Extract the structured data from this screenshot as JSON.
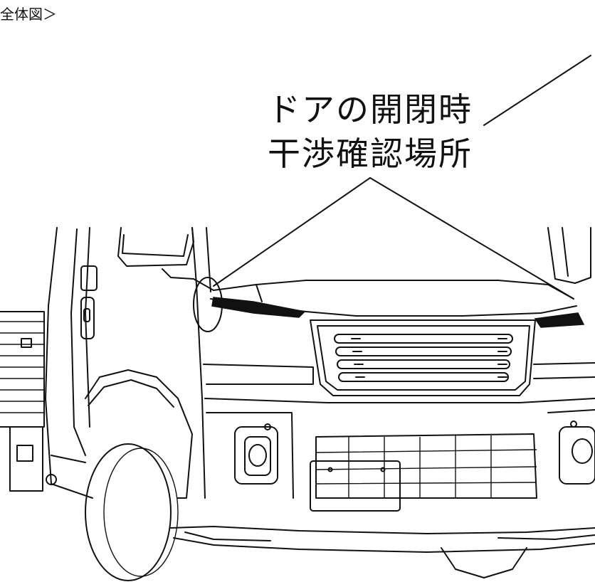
{
  "header": {
    "section_label": "全体図＞"
  },
  "callout": {
    "line1": "ドアの開閉時",
    "line2": "干渉確認場所"
  },
  "figure": {
    "subject": "truck-front-line-drawing",
    "highlight_marker": "ellipse-at-door-hinge-area"
  }
}
